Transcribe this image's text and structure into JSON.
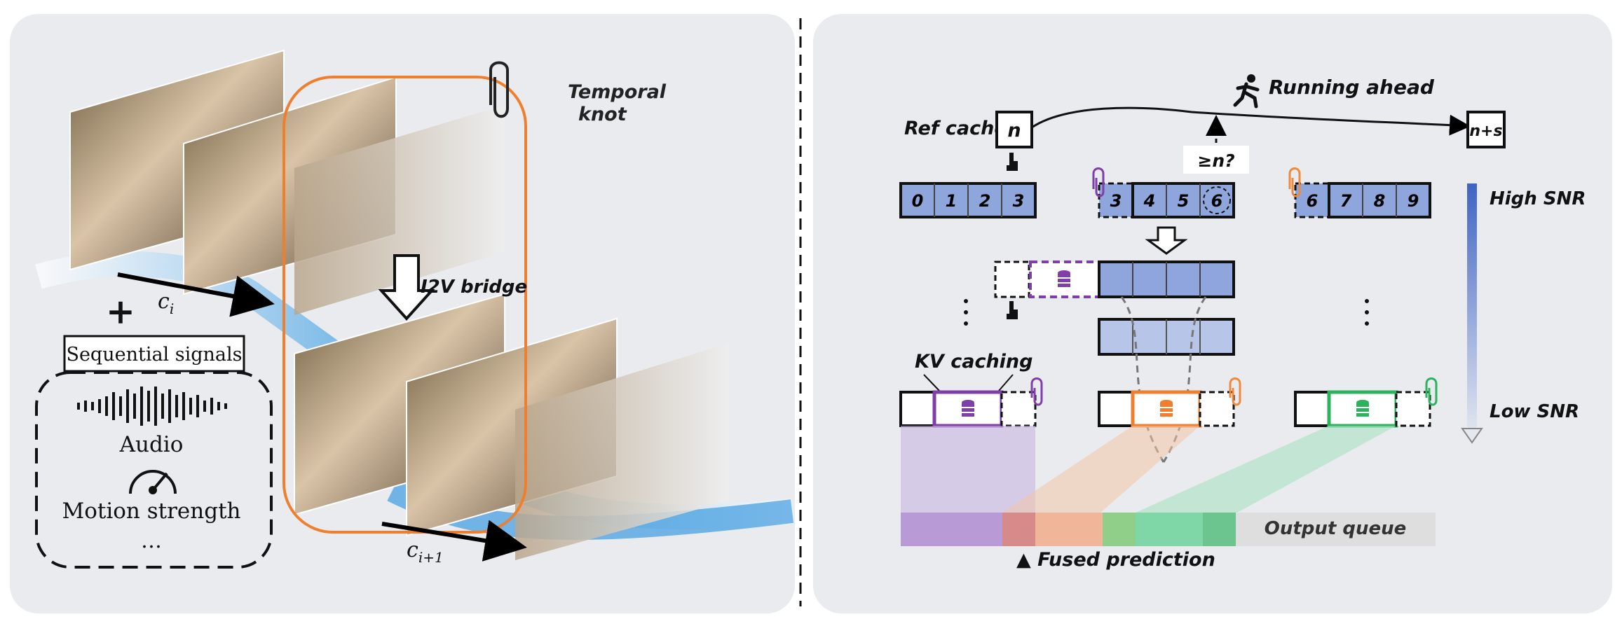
{
  "left_panel": {
    "plus_sign": "+",
    "condition_i": {
      "base": "c",
      "sub": "i"
    },
    "condition_next": {
      "base": "c",
      "sub": "i+1"
    },
    "sequential_signals_label": "Sequential signals",
    "signals": {
      "audio": "Audio",
      "motion": "Motion strength",
      "more": "…"
    },
    "temporal_knot_label": [
      "Temporal",
      "knot"
    ],
    "bridge_label": "I2V bridge"
  },
  "right_panel": {
    "ref_cache_label": "Ref cache",
    "ref_cache_value": "n",
    "running_ahead_label": "Running ahead",
    "ahead_value": "n+s",
    "query_label": "≥n?",
    "group1_cells": [
      "0",
      "1",
      "2",
      "3"
    ],
    "group2_cells": [
      "3",
      "4",
      "5",
      "6"
    ],
    "group3_cells": [
      "6",
      "7",
      "8",
      "9"
    ],
    "kv_caching_label": "KV caching",
    "high_snr_label": "High SNR",
    "low_snr_label": "Low SNR",
    "output_queue_label": "Output queue",
    "fused_prediction_label": "▲ Fused prediction",
    "colors": {
      "purple": "#7f3fa8",
      "orange": "#ef7f2f",
      "green": "#2db35d",
      "cell_blue": "#8fa6dc",
      "clip_orange": "#ef8a3c"
    }
  }
}
